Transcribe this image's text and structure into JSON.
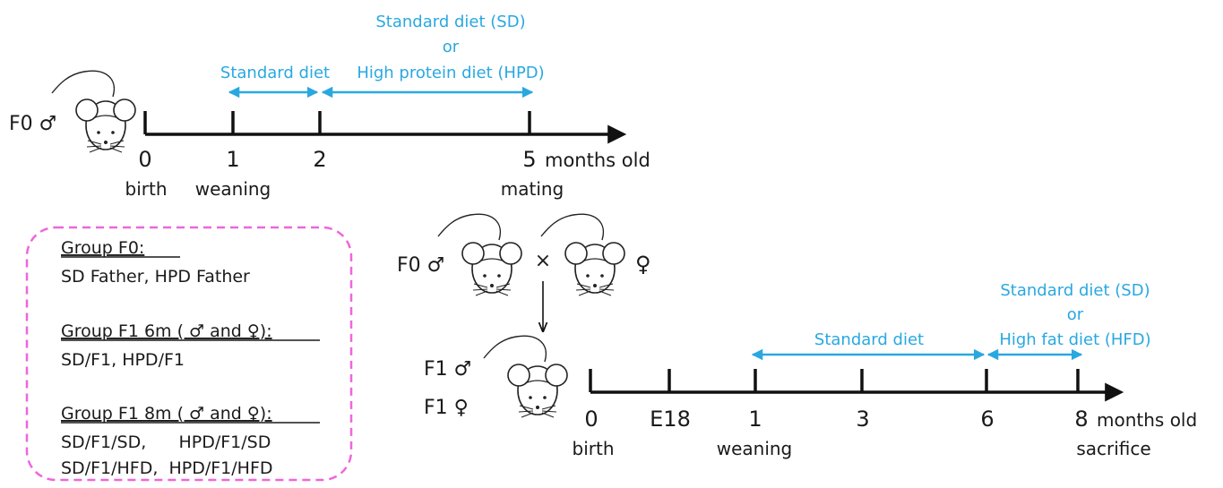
{
  "colors": {
    "axis": "#111111",
    "diet": "#29a8e0",
    "box_border": "#ee66dd",
    "text": "#1a1a1a"
  },
  "icons": [
    "mouse-icon",
    "male-symbol",
    "female-symbol",
    "down-arrow-icon"
  ],
  "top": {
    "gen_label": "F0 ♂",
    "ticks": [
      "0",
      "1",
      "2",
      "5"
    ],
    "unit": "months old",
    "events": [
      "birth",
      "weaning",
      "mating"
    ],
    "diet1": "Standard diet",
    "diet2": [
      "Standard diet (SD)",
      "or",
      "High protein diet (HPD)"
    ]
  },
  "cross": {
    "male_label": "F0 ♂",
    "cross_symbol": "×",
    "female_symbol": "♀"
  },
  "bottom": {
    "gen_labels": [
      "F1 ♂",
      "F1 ♀"
    ],
    "ticks": [
      "0",
      "E18",
      "1",
      "3",
      "6",
      "8"
    ],
    "unit": "months old",
    "events": [
      "birth",
      "weaning",
      "sacrifice"
    ],
    "diet1": "Standard diet",
    "diet2": [
      "Standard diet (SD)",
      "or",
      "High fat diet (HFD)"
    ]
  },
  "groups": [
    {
      "title": "Group F0:",
      "lines": [
        "SD Father, HPD Father"
      ]
    },
    {
      "title": "Group F1 6m ( ♂ and ♀):",
      "lines": [
        "SD/F1, HPD/F1"
      ]
    },
    {
      "title": "Group F1 8m ( ♂ and ♀):",
      "lines": [
        "SD/F1/SD,      HPD/F1/SD",
        "SD/F1/HFD,  HPD/F1/HFD"
      ]
    }
  ]
}
